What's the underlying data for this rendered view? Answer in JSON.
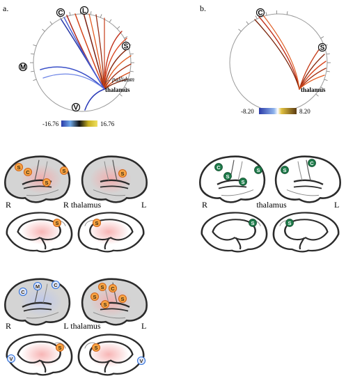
{
  "panels": {
    "a": {
      "label": "a.",
      "ring_labels": [
        "C",
        "L",
        "S",
        "M",
        "V"
      ],
      "annotations": {
        "pallidum": "pallidum",
        "thalamus": "thalamus"
      },
      "colorbar": {
        "min": "-16.76",
        "max": "16.76"
      },
      "row1": {
        "left": "R",
        "center": "R thalamus",
        "right": "L"
      },
      "row2": {
        "left": "R",
        "center": "L thalamus",
        "right": "L"
      }
    },
    "b": {
      "label": "b.",
      "ring_labels": [
        "C",
        "S"
      ],
      "annotations": {
        "thalamus": "thalamus"
      },
      "colorbar": {
        "min": "-8.20",
        "max": "8.20"
      },
      "row1": {
        "left": "R",
        "center": "thalamus",
        "right": "L"
      }
    }
  },
  "colors": {
    "positive": "#d62a1a",
    "positive_dark": "#7a1a0a",
    "negative": "#3a4fd0",
    "marker_orange": "#f08a24",
    "marker_blue": "#2f6fd6",
    "marker_green": "#1e7a4a"
  },
  "markers": {
    "a_r_lat": [
      "S",
      "C",
      "S",
      "S"
    ],
    "a_r_med": [
      "S"
    ],
    "a_l_lat": [
      "S"
    ],
    "a_l_med": [
      "S"
    ],
    "b_r_lat": [
      "C",
      "S",
      "S",
      "S"
    ],
    "b_l_lat": [
      "C",
      "S"
    ],
    "b_r_med": [
      "S"
    ],
    "b_l_med": [
      "S"
    ],
    "c_r_lat": [
      "C",
      "M",
      "C"
    ],
    "c_l_lat": [
      "S",
      "C",
      "S",
      "S",
      "S"
    ],
    "c_r_med": [
      "S",
      "V"
    ],
    "c_l_med": [
      "S",
      "V"
    ]
  }
}
